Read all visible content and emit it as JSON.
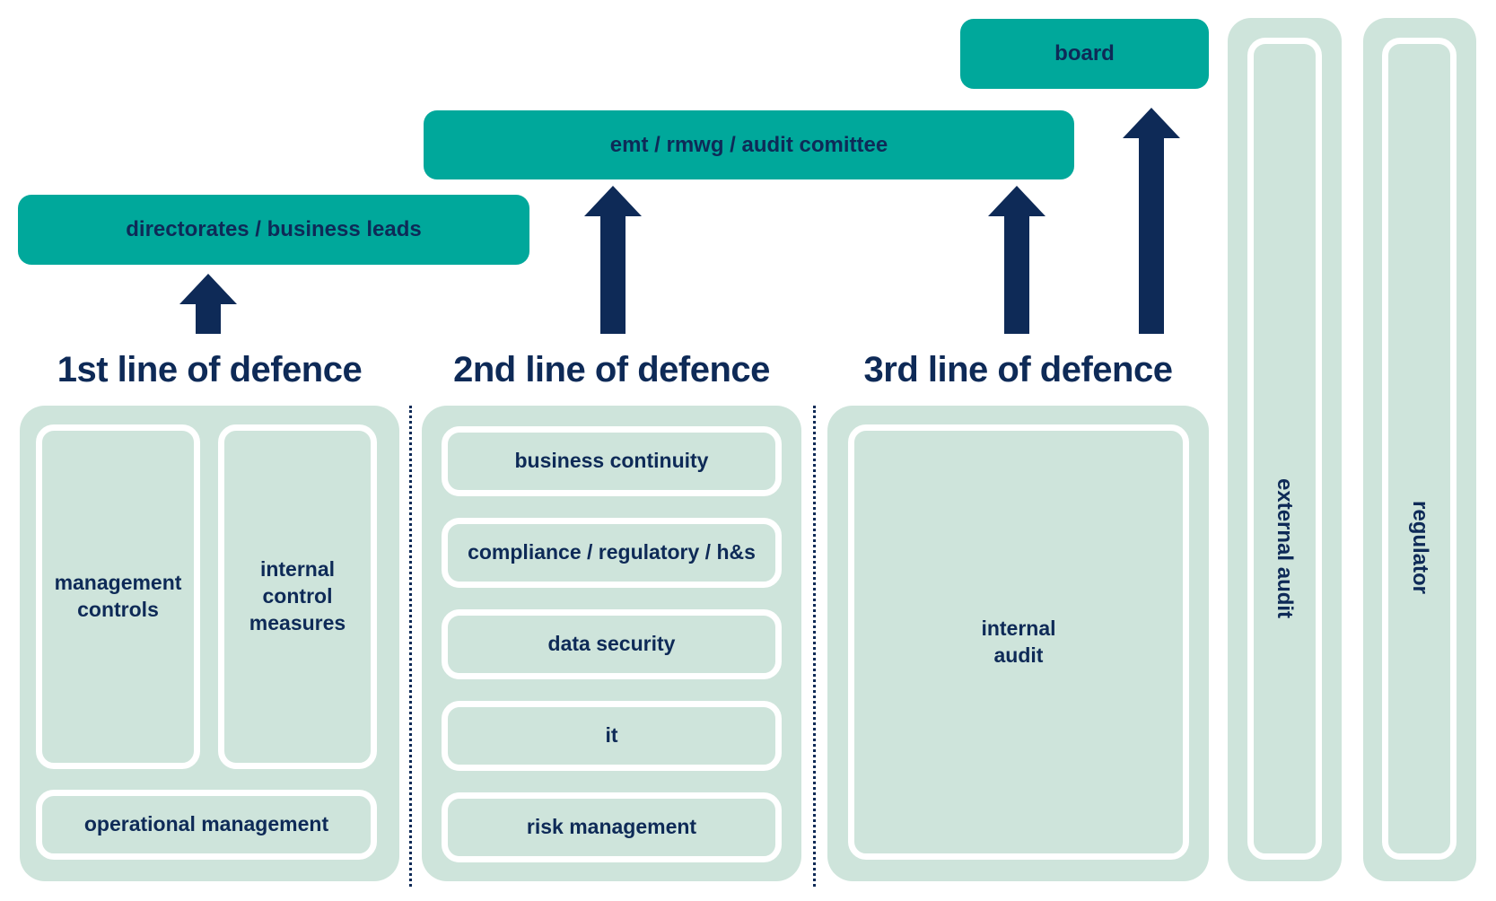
{
  "colors": {
    "teal": "#00a89b",
    "panel_green": "#cee4db",
    "navy": "#0e2a57",
    "background": "#ffffff"
  },
  "governance": {
    "board_label": "board",
    "committee_label": "emt / rmwg / audit comittee",
    "directorates_label": "directorates / business leads"
  },
  "columns": [
    {
      "heading": "1st line of defence",
      "boxes": [
        {
          "label": "management controls"
        },
        {
          "label": "internal control measures"
        },
        {
          "label": "operational management"
        }
      ]
    },
    {
      "heading": "2nd line of defence",
      "boxes": [
        {
          "label": "business continuity"
        },
        {
          "label": "compliance / regulatory / h&s"
        },
        {
          "label": "data security"
        },
        {
          "label": "it"
        },
        {
          "label": "risk management"
        }
      ]
    },
    {
      "heading": "3rd line of defence",
      "boxes": [
        {
          "label": "internal audit"
        }
      ]
    }
  ],
  "side_panels": [
    {
      "label": "external audit"
    },
    {
      "label": "regulator"
    }
  ]
}
